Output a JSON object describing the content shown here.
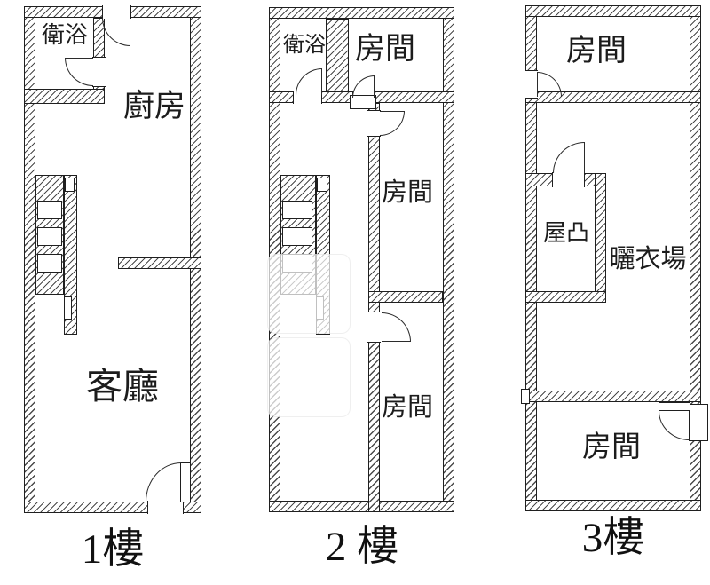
{
  "floors": [
    {
      "label": "1樓",
      "rooms": [
        {
          "label": "衛浴"
        },
        {
          "label": "廚房"
        },
        {
          "label": "客廳"
        }
      ]
    },
    {
      "label": "2 樓",
      "rooms": [
        {
          "label": "衛浴"
        },
        {
          "label": "房間"
        },
        {
          "label": "房間"
        },
        {
          "label": "房間"
        }
      ]
    },
    {
      "label": "3樓",
      "rooms": [
        {
          "label": "房間"
        },
        {
          "label": "屋凸"
        },
        {
          "label": "曬衣場"
        },
        {
          "label": "房間"
        }
      ]
    }
  ]
}
